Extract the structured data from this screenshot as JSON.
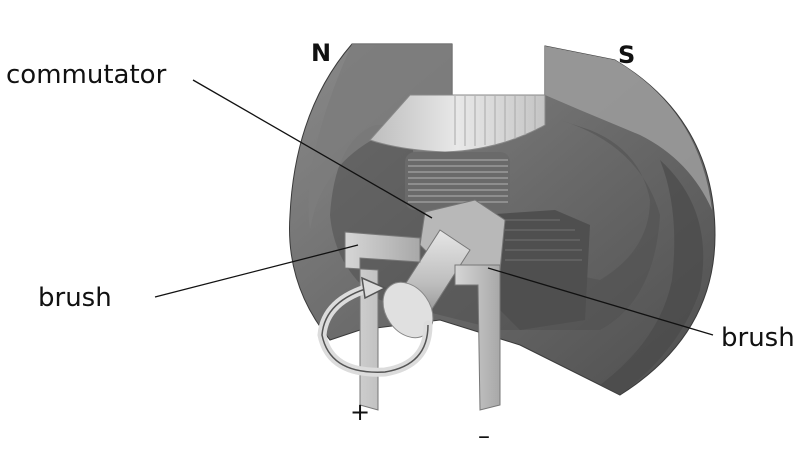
{
  "labels": {
    "pole_north": "N",
    "pole_south": "S",
    "commutator": "commutator",
    "brush_left": "brush",
    "brush_right": "brush",
    "terminal_positive": "+",
    "terminal_negative": "–"
  },
  "colors": {
    "magnet_dark": "#5e5e5e",
    "magnet_mid": "#7a7a7a",
    "magnet_light": "#9a9a9a",
    "armature_light": "#d8d8d8",
    "metal_light": "#cfcfcf",
    "line": "#111111"
  }
}
